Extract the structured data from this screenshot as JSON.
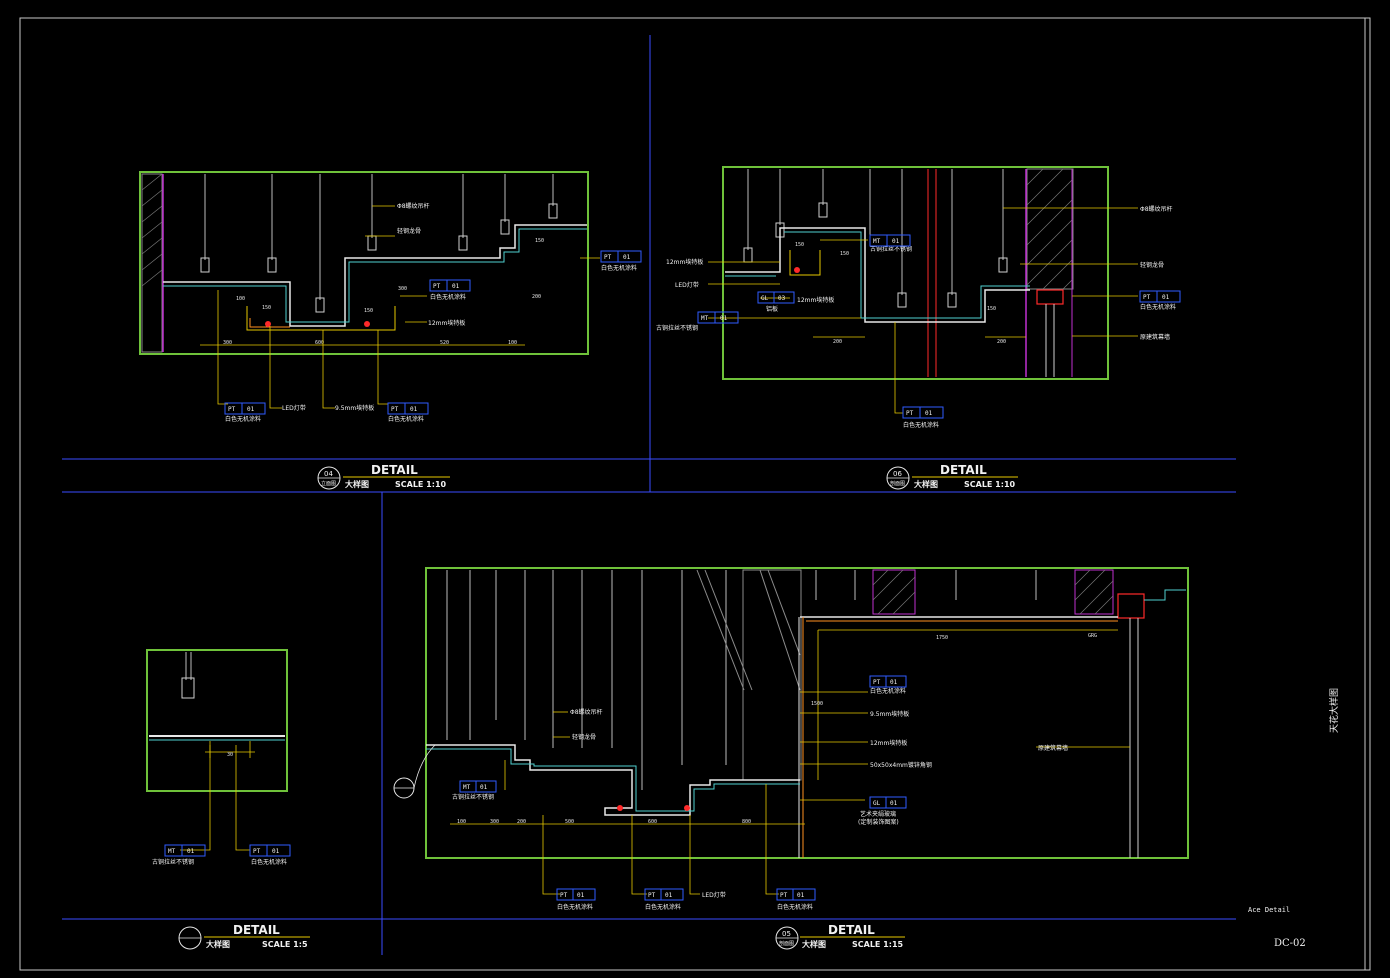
{
  "colors": {
    "background": "#000000",
    "frame": "#c8c8c8",
    "divider": "#3a4cff",
    "box": "#6fc23a",
    "leader": "#e6c800",
    "tag": "#2f5bff",
    "text": "#f2f2f2",
    "accent_red": "#ff2a2a",
    "magenta": "#c030d0"
  },
  "drawings": [
    {
      "number": "04",
      "sub": "立面图",
      "title": "DETAIL",
      "name": "大样图",
      "scale": "SCALE 1:10",
      "labels": [
        "Φ8螺纹吊杆",
        "轻钢龙骨",
        "12mm埃特板",
        "LED灯带",
        "9.5mm埃特板",
        "白色无机涂料",
        "白色无机涂料",
        "白色无机涂料",
        "白色无机涂料"
      ],
      "tags": [
        {
          "code": "PT",
          "num": "01"
        },
        {
          "code": "PT",
          "num": "01"
        },
        {
          "code": "PT",
          "num": "01"
        },
        {
          "code": "PT",
          "num": "01"
        }
      ],
      "dims": [
        "150",
        "150",
        "300",
        "600",
        "520",
        "100",
        "200",
        "300",
        "150",
        "100"
      ]
    },
    {
      "number": "06",
      "sub": "剖面图",
      "title": "DETAIL",
      "name": "大样图",
      "scale": "SCALE 1:10",
      "labels": [
        "Φ8螺纹吊杆",
        "轻钢龙骨",
        "原建筑幕墙",
        "12mm埃特板",
        "LED灯带",
        "古铜拉丝不锈钢",
        "古铜拉丝不锈钢",
        "12mm埃特板",
        "铝板",
        "白色无机涂料",
        "白色无机涂料"
      ],
      "tags": [
        {
          "code": "MT",
          "num": "01"
        },
        {
          "code": "PT",
          "num": "01"
        },
        {
          "code": "GL",
          "num": "03"
        },
        {
          "code": "MT",
          "num": "01"
        },
        {
          "code": "PT",
          "num": "01"
        }
      ],
      "dims": [
        "150",
        "150",
        "200",
        "200",
        "150"
      ]
    },
    {
      "number": "",
      "sub": "",
      "title": "DETAIL",
      "name": "大样图",
      "scale": "SCALE 1:5",
      "labels": [
        "古铜拉丝不锈钢",
        "白色无机涂料"
      ],
      "tags": [
        {
          "code": "MT",
          "num": "01"
        },
        {
          "code": "PT",
          "num": "01"
        }
      ],
      "dims": [
        "30"
      ]
    },
    {
      "number": "05",
      "sub": "剖面图",
      "title": "DETAIL",
      "name": "大样图",
      "scale": "SCALE 1:15",
      "labels": [
        "Φ8螺纹吊杆",
        "轻钢龙骨",
        "白色无机涂料",
        "9.5mm埃特板",
        "12mm埃特板",
        "50x50x4mm镀锌角钢",
        "原建筑幕墙",
        "艺术夹绢玻璃",
        "(定制装饰图案)",
        "古铜拉丝不锈钢",
        "白色无机涂料",
        "白色无机涂料",
        "LED灯带",
        "白色无机涂料"
      ],
      "tags": [
        {
          "code": "PT",
          "num": "01"
        },
        {
          "code": "GL",
          "num": "01"
        },
        {
          "code": "MT",
          "num": "01"
        },
        {
          "code": "PT",
          "num": "01"
        },
        {
          "code": "PT",
          "num": "01"
        },
        {
          "code": "PT",
          "num": "01"
        }
      ],
      "dims": [
        "1750",
        "GRG",
        "1500",
        "100",
        "300",
        "200",
        "500",
        "600",
        "800"
      ]
    }
  ],
  "sheet": {
    "side_title": "天花大样图",
    "corner_label": "Ace Detail",
    "sheet_no": "DC-02"
  }
}
